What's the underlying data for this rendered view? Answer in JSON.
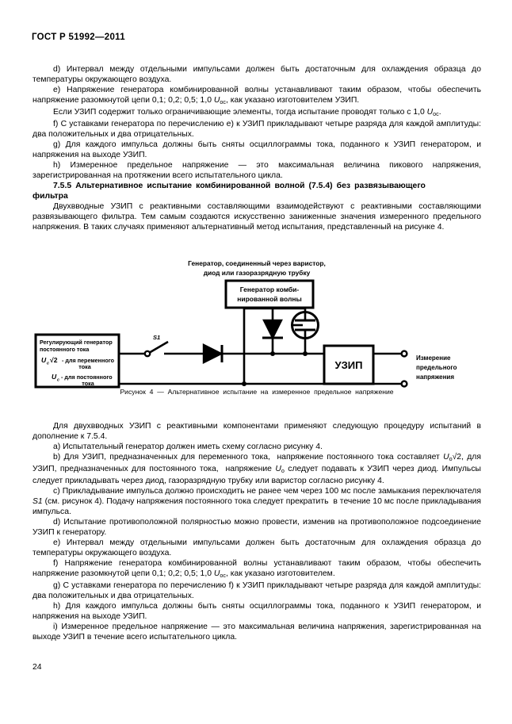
{
  "document": {
    "standard_header": "ГОСТ Р 51992—2011",
    "page_number": "24"
  },
  "top_section": {
    "items": [
      {
        "id": "d",
        "text": "d) Интервал между отдельными импульсами должен быть достаточным для охлаждения образца до температуры окружающего воздуха."
      },
      {
        "id": "e",
        "text": "e) Напряжение генератора комбинированной волны устанавливают таким образом, чтобы обеспечить напряжение разомкнутой цепи 0,1; 0,2; 0,5; 1,0 Uoc, как указано изготовителем УЗИП."
      },
      {
        "id": "e-note",
        "text": "Если УЗИП содержит только ограничивающие элементы, тогда испытание проводят только с 1,0 Uoc."
      },
      {
        "id": "f",
        "text": "f) С уставками генератора по перечислению e) к УЗИП прикладывают четыре разряда для каждой амплитуды: два положительных и два отрицательных."
      },
      {
        "id": "g",
        "text": "g) Для каждого импульса должны быть сняты осциллограммы тока, поданного к УЗИП генератором, и напряжения на выходе УЗИП."
      },
      {
        "id": "h",
        "text": "h) Измеренное предельное напряжение — это максимальная величина пикового напряжения, зарегистрированная на протяжении всего испытательного цикла."
      }
    ]
  },
  "section_heading": {
    "number": "7.5.5",
    "title": "Альтернативное испытание комбинированной волной (7.5.4) без развязывающего",
    "title_continuation": "фильтра"
  },
  "section_intro": {
    "text": "Двухвводные УЗИП с реактивными составляющими взаимодействуют с реактивными составляющими развязывающего фильтра. Тем самым создаются искусственно заниженные значения измеренного предельного напряжения. В таких случаях применяют альтернативный метод испытания, представленный на рисунке 4."
  },
  "figure": {
    "title_line1": "Генератор, соединенный через варистор,",
    "title_line2": "диод или газоразрядную трубку",
    "caption": "Рисунок 4 — Альтернативное испытание на измеренное предельное напряжение",
    "blocks": {
      "dc_generator_line1": "Регулирующий генератор",
      "dc_generator_line2": "постоянного тока",
      "dc_generator_formula1_symbol": "U",
      "dc_generator_formula1_sub": "c",
      "dc_generator_formula1_radical": "√2",
      "dc_generator_formula1_text": "- для переменного",
      "dc_generator_formula1_text2": "тока",
      "dc_generator_formula2_symbol": "U",
      "dc_generator_formula2_sub": "c",
      "dc_generator_formula2_text": "- для постоянного",
      "dc_generator_formula2_text2": "тока",
      "wave_generator_line1": "Генератор комби-",
      "wave_generator_line2": "нированной волны",
      "spd_label": "УЗИП",
      "switch_label": "S1",
      "measurement_line1": "Измерение",
      "measurement_line2": "предельного",
      "measurement_line3": "напряжения"
    }
  },
  "bottom_section": {
    "intro": "Для двухвводных УЗИП с реактивными компонентами применяют следующую процедуру испытаний в дополнение к 7.5.4.",
    "items": [
      {
        "id": "a",
        "text": "a) Испытательный генератор должен иметь схему согласно рисунку 4."
      },
      {
        "id": "b",
        "text": "b) Для УЗИП, предназначенных для переменного тока,  напряжение постоянного тока составляет Uo√2, для УЗИП, предназначенных для постоянного тока,  напряжение Uo следует подавать к УЗИП через диод. Импульсы следует прикладывать через диод, газоразрядную трубку или варистор согласно рисунку 4."
      },
      {
        "id": "c",
        "text": "c) Прикладывание импульса должно происходить не ранее чем через 100 мс после замыкания переключателя S1 (см. рисунок 4). Подачу напряжения постоянного тока следует прекратить  в течение 10 мс после прикладывания импульса."
      },
      {
        "id": "d",
        "text": "d) Испытание противоположной полярностью можно провести, изменив на противоположное подсоединение УЗИП к генератору."
      },
      {
        "id": "e",
        "text": "e) Интервал между отдельными импульсами должен быть достаточным  для охлаждения образца до температуры окружающего воздуха."
      },
      {
        "id": "f",
        "text": "f) Напряжение генератора комбинированной волны устанавливают таким образом, чтобы обеспечить напряжение разомкнутой цепи 0,1; 0,2; 0,5; 1,0 Uoc, как указано изготовителем."
      },
      {
        "id": "g",
        "text": "g) С уставками генератора по перечислению f) к УЗИП прикладывают четыре разряда для каждой амплитуды: два положительных и два отрицательных."
      },
      {
        "id": "h",
        "text": "h) Для каждого импульса должны быть сняты осциллограммы тока, поданного к УЗИП генератором, и напряжения на выходе УЗИП."
      },
      {
        "id": "i",
        "text": "i) Измеренное предельное напряжение — это максимальная величина  напряжения, зарегистрированная на выходе УЗИП в течение всего испытательного цикла."
      }
    ]
  }
}
